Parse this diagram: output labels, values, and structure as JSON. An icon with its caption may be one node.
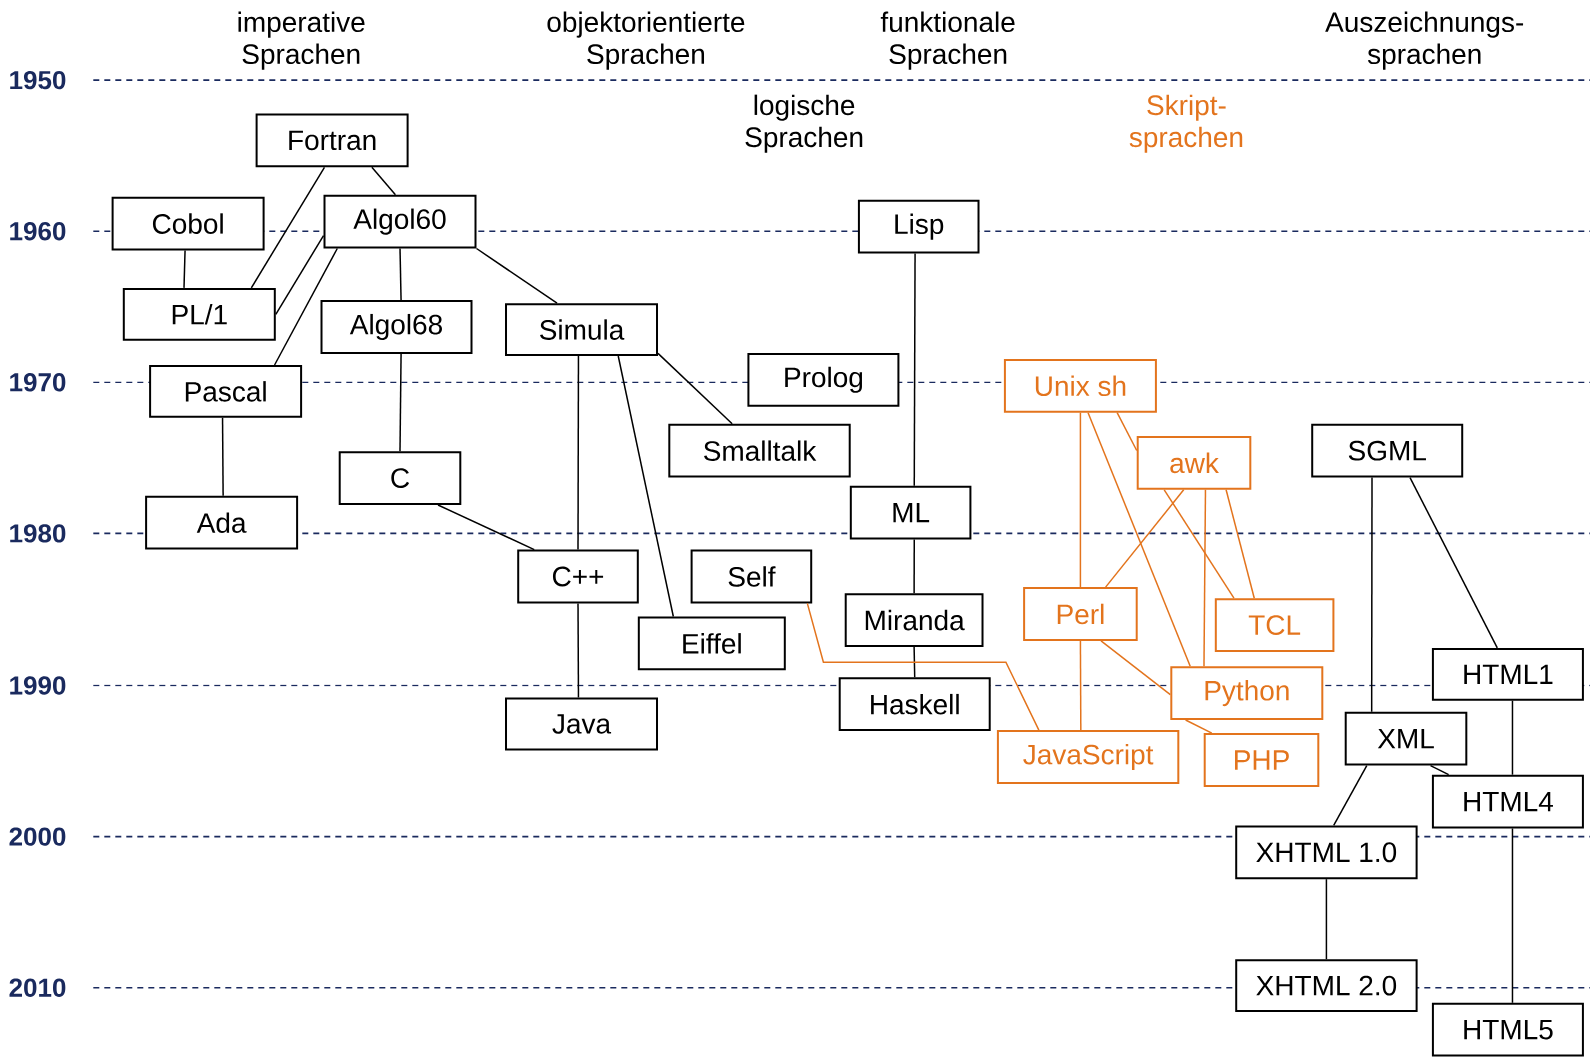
{
  "diagram": {
    "nodes": [
      {
        "text": [
          "Fortran"
        ]
      },
      {
        "text": [
          "Cobol"
        ]
      },
      {
        "text": [
          "Algol60"
        ]
      },
      {
        "text": [
          "Lisp"
        ]
      },
      {
        "text": [
          "PL/1"
        ]
      },
      {
        "text": [
          "Algol68"
        ]
      },
      {
        "text": [
          "Simula"
        ]
      },
      {
        "text": [
          "Prolog"
        ]
      },
      {
        "text": [
          "Pascal"
        ]
      },
      {
        "text": [
          "Unix sh"
        ]
      },
      {
        "text": [
          "Smalltalk"
        ]
      },
      {
        "text": [
          "SGML"
        ]
      },
      {
        "text": [
          "awk"
        ]
      },
      {
        "text": [
          "C"
        ]
      },
      {
        "text": [
          "ML"
        ]
      },
      {
        "text": [
          "Ada"
        ]
      },
      {
        "text": [
          "C++"
        ]
      },
      {
        "text": [
          "Self"
        ]
      },
      {
        "text": [
          "Perl"
        ]
      },
      {
        "text": [
          "Miranda"
        ]
      },
      {
        "text": [
          "TCL"
        ]
      },
      {
        "text": [
          "Eiffel"
        ]
      },
      {
        "text": [
          "HTML1"
        ]
      },
      {
        "text": [
          "Python"
        ]
      },
      {
        "text": [
          "Haskell"
        ]
      },
      {
        "text": [
          "Java"
        ]
      },
      {
        "text": [
          "XML"
        ]
      },
      {
        "text": [
          "JavaScript"
        ]
      },
      {
        "text": [
          "PHP"
        ]
      },
      {
        "text": [
          "HTML4"
        ]
      },
      {
        "text": [
          "XHTML 1.0"
        ]
      },
      {
        "text": [
          "XHTML 2.0"
        ]
      },
      {
        "text": [
          "HTML5"
        ]
      }
    ],
    "edges": [
      {
        "from": 0,
        "to": 4,
        "arrow": "none"
      },
      {
        "from": 0,
        "to": 2,
        "arrow": "none"
      },
      {
        "from": 1,
        "to": 4,
        "arrow": "none"
      },
      {
        "from": 2,
        "to": 4,
        "arrow": "none"
      },
      {
        "from": 2,
        "to": 8,
        "arrow": "none"
      },
      {
        "from": 2,
        "to": 5,
        "arrow": "none"
      },
      {
        "from": 2,
        "to": 6,
        "arrow": "none"
      },
      {
        "from": 8,
        "to": 15,
        "arrow": "none"
      },
      {
        "from": 5,
        "to": 13,
        "arrow": "none"
      },
      {
        "from": 13,
        "to": 16,
        "arrow": "none"
      },
      {
        "from": 6,
        "to": 16,
        "arrow": "none"
      },
      {
        "from": 6,
        "to": 21,
        "arrow": "none"
      },
      {
        "from": 6,
        "to": 10,
        "arrow": "none"
      },
      {
        "from": 16,
        "to": 25,
        "arrow": "none"
      },
      {
        "from": 3,
        "to": 14,
        "arrow": "none"
      },
      {
        "from": 14,
        "to": 19,
        "arrow": "none"
      },
      {
        "from": 19,
        "to": 24,
        "arrow": "none"
      },
      {
        "from": 17,
        "to": 27,
        "arrow": "none",
        "color": "#e3741d"
      },
      {
        "from": 9,
        "to": 12,
        "arrow": "none",
        "color": "#e3741d"
      },
      {
        "from": 9,
        "to": 18,
        "arrow": "none",
        "color": "#e3741d"
      },
      {
        "from": 9,
        "to": 23,
        "arrow": "none",
        "color": "#e3741d"
      },
      {
        "from": 12,
        "to": 18,
        "arrow": "none",
        "color": "#e3741d"
      },
      {
        "from": 12,
        "to": 20,
        "arrow": "none",
        "color": "#e3741d"
      },
      {
        "from": 12,
        "to": 20,
        "arrow": "none",
        "color": "#e3741d"
      },
      {
        "from": 12,
        "to": 23,
        "arrow": "none",
        "color": "#e3741d"
      },
      {
        "from": 18,
        "to": 27,
        "arrow": "none",
        "color": "#e3741d"
      },
      {
        "from": 18,
        "to": 23,
        "arrow": "none",
        "color": "#e3741d"
      },
      {
        "from": 23,
        "to": 28,
        "arrow": "none",
        "color": "#e3741d"
      },
      {
        "from": 11,
        "to": 26,
        "arrow": "none"
      },
      {
        "from": 11,
        "to": 22,
        "arrow": "none"
      },
      {
        "from": 22,
        "to": 29,
        "arrow": "none"
      },
      {
        "from": 26,
        "to": 29,
        "arrow": "none"
      },
      {
        "from": 26,
        "to": 30,
        "arrow": "none"
      },
      {
        "from": 30,
        "to": 31,
        "arrow": "none"
      },
      {
        "from": 29,
        "to": 32,
        "arrow": "none"
      }
    ],
    "labels": [
      "imperative Sprachen",
      "objektorientierte Sprachen",
      "funktionale Sprachen",
      "Auszeichnungs- sprachen",
      "logische Sprachen",
      "Skript- sprachen",
      "1950",
      "1960",
      "1970",
      "1980",
      "1990",
      "2000",
      "2010"
    ]
  }
}
